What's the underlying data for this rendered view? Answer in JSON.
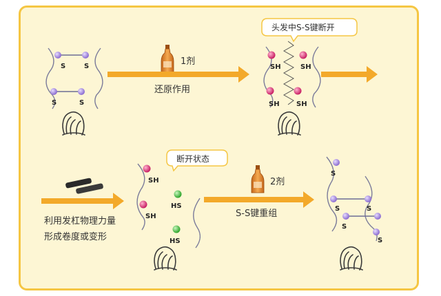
{
  "labels": {
    "reagent1": "1剂",
    "reduction": "还原作用",
    "bubble_break": "头发中S-S键断开",
    "bubble_state": "断开状态",
    "reagent2": "2剂",
    "recombine": "S-S键重组",
    "rod_line1": "利用发杠物理力量",
    "rod_line2": "形成卷度或变形"
  },
  "atoms": {
    "s": "S",
    "sh": "SH",
    "hs": "HS"
  },
  "colors": {
    "panel_bg": "#fdf6d4",
    "panel_border": "#f5c643",
    "arrow": "#f3a92a",
    "s_atom": "#9a7fd3",
    "sh_atom": "#d2336f",
    "hs_atom": "#45b93e",
    "bottle": "#e38a2e"
  }
}
